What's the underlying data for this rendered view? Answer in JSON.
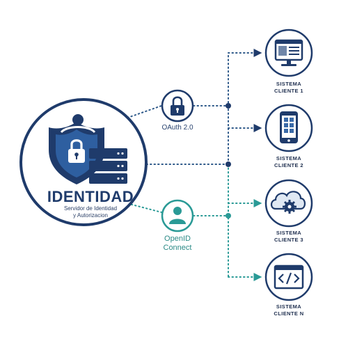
{
  "hub": {
    "title": "IDENTIDAD",
    "subtitle_line1": "Servidor de Identidad",
    "subtitle_line2": "y Autorizacion",
    "icons": [
      "shield-lock-icon",
      "server-icon"
    ]
  },
  "protocols": {
    "oauth": {
      "label": "OAuth 2.0",
      "icon": "lock-icon"
    },
    "openid": {
      "label_line1": "OpenID",
      "label_line2": "Connect",
      "icon": "user-icon"
    }
  },
  "clients": [
    {
      "line1": "SISTEMA",
      "line2": "CLIENTE 1",
      "icon": "desktop-monitor-icon"
    },
    {
      "line1": "SISTEMA",
      "line2": "CLIENTE 2",
      "icon": "mobile-phone-icon"
    },
    {
      "line1": "SISTEMA",
      "line2": "CLIENTE 3",
      "icon": "cloud-gear-icon"
    },
    {
      "line1": "SISTEMA",
      "line2": "CLIENTE N",
      "icon": "code-window-icon"
    }
  ],
  "colors": {
    "navy": "#1f3b6b",
    "teal": "#2a9a96",
    "connector": "#2f5a8a"
  }
}
